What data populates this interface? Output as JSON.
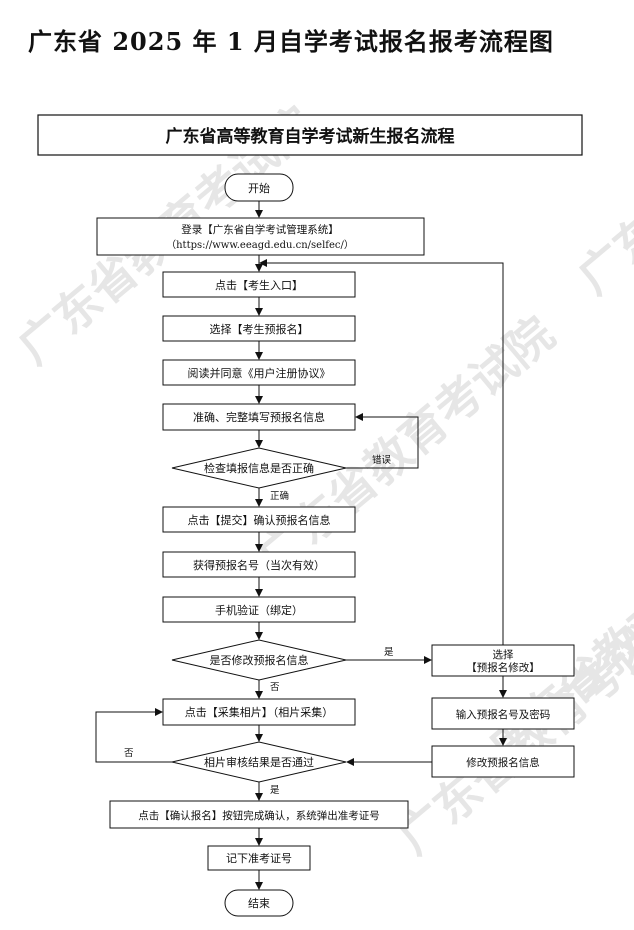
{
  "page_title": "广东省 2025 年 1 月自学考试报名报考流程图",
  "watermark_text": "广东省教育考试院",
  "flowchart": {
    "header": "广东省高等教育自学考试新生报名流程",
    "start": "开始",
    "login_line1": "登录【广东省自学考试管理系统】",
    "login_line2": "（https://www.eeagd.edu.cn/selfec/）",
    "step_enter": "点击【考生入口】",
    "step_select_pre": "选择【考生预报名】",
    "step_agreement": "阅读并同意《用户注册协议》",
    "step_fill": "准确、完整填写预报名信息",
    "decision_check": "检查填报信息是否正确",
    "label_wrong": "错误",
    "label_correct": "正确",
    "step_submit": "点击【提交】确认预报名信息",
    "step_get_number": "获得预报名号（当次有效）",
    "step_phone": "手机验证（绑定）",
    "decision_modify": "是否修改预报名信息",
    "label_yes_modify": "是",
    "label_no_modify": "否",
    "modify_select_line1": "选择",
    "modify_select_line2": "【预报名修改】",
    "modify_input": "输入预报名号及密码",
    "modify_edit": "修改预报名信息",
    "step_photo": "点击【采集相片】（相片采集）",
    "decision_photo": "相片审核结果是否通过",
    "label_no_photo": "否",
    "label_yes_photo": "是",
    "step_confirm": "点击【确认报名】按钮完成确认，系统弹出准考证号",
    "step_record": "记下准考证号",
    "end": "结束"
  }
}
